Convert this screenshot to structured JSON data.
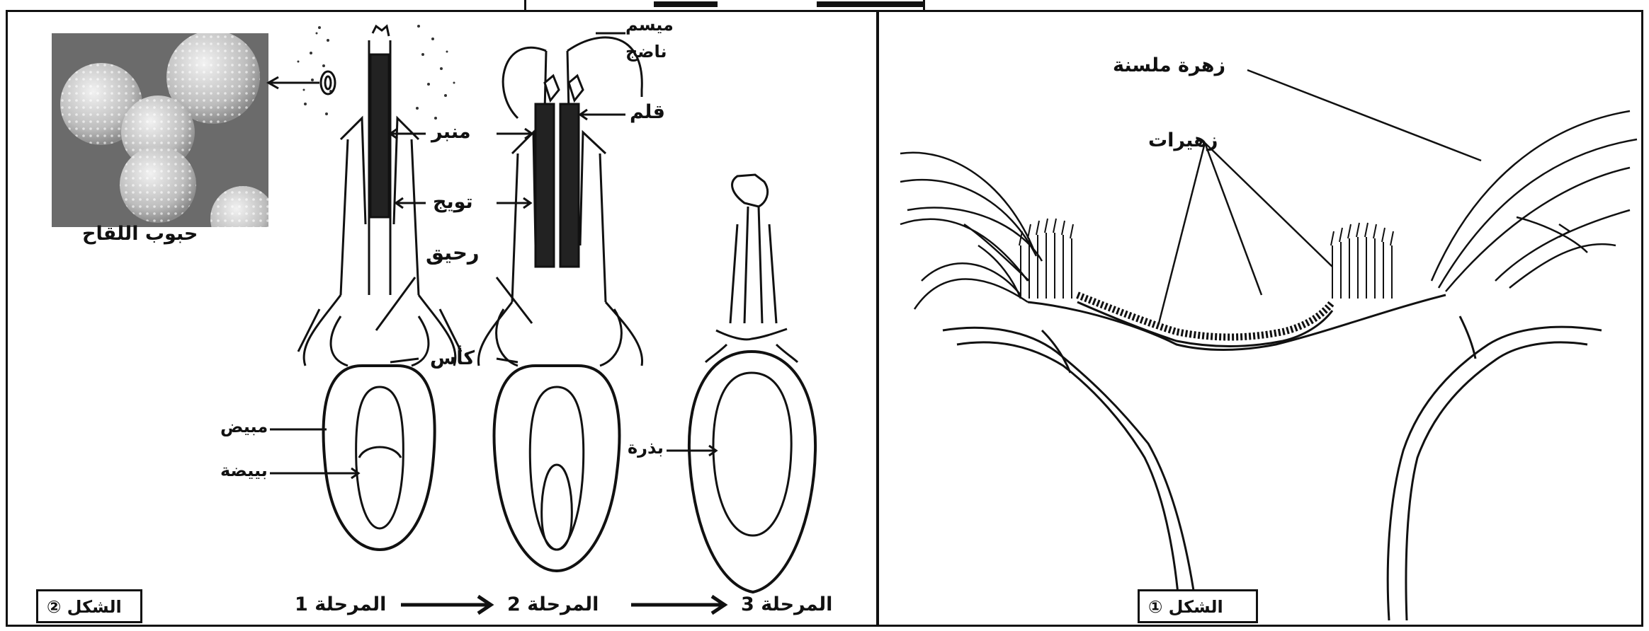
{
  "left_figure": {
    "labels": {
      "pollen_grains": "حبوب اللقاح",
      "stigma_ripe": "ميسم\nناضج",
      "stigma_line1": "ميسم",
      "stigma_line2": "ناضج",
      "style": "قلم",
      "stamen": "منبر",
      "corolla": "تويج",
      "nectar": "رحيق",
      "calyx": "كأس",
      "ovary": "مبيض",
      "ovule": "بييضة",
      "seed": "بذرة"
    },
    "stages": [
      "المرحلة 1",
      "المرحلة 2",
      "المرحلة 3"
    ],
    "figure_tag": "الشكل ②"
  },
  "right_figure": {
    "labels": {
      "ligulate_flower": "زهرة ملسنة",
      "florets": "زهيرات"
    },
    "figure_tag": "الشكل ①"
  }
}
